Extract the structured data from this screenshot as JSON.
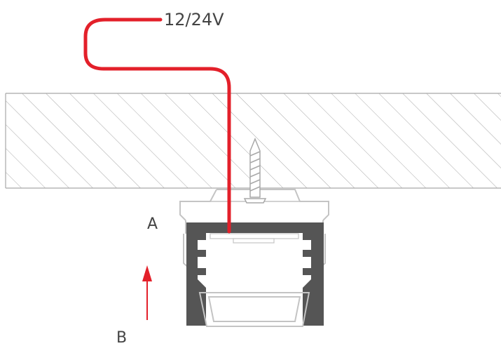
{
  "labels": {
    "voltage": "12/24V",
    "part_a": "A",
    "part_b": "B"
  },
  "colors": {
    "cable": "#e3202a",
    "arrow": "#e3202a",
    "profile": "#555555",
    "clip_outline": "#c4c4c4",
    "hatch": "#a8a8a8",
    "text": "#444444"
  }
}
